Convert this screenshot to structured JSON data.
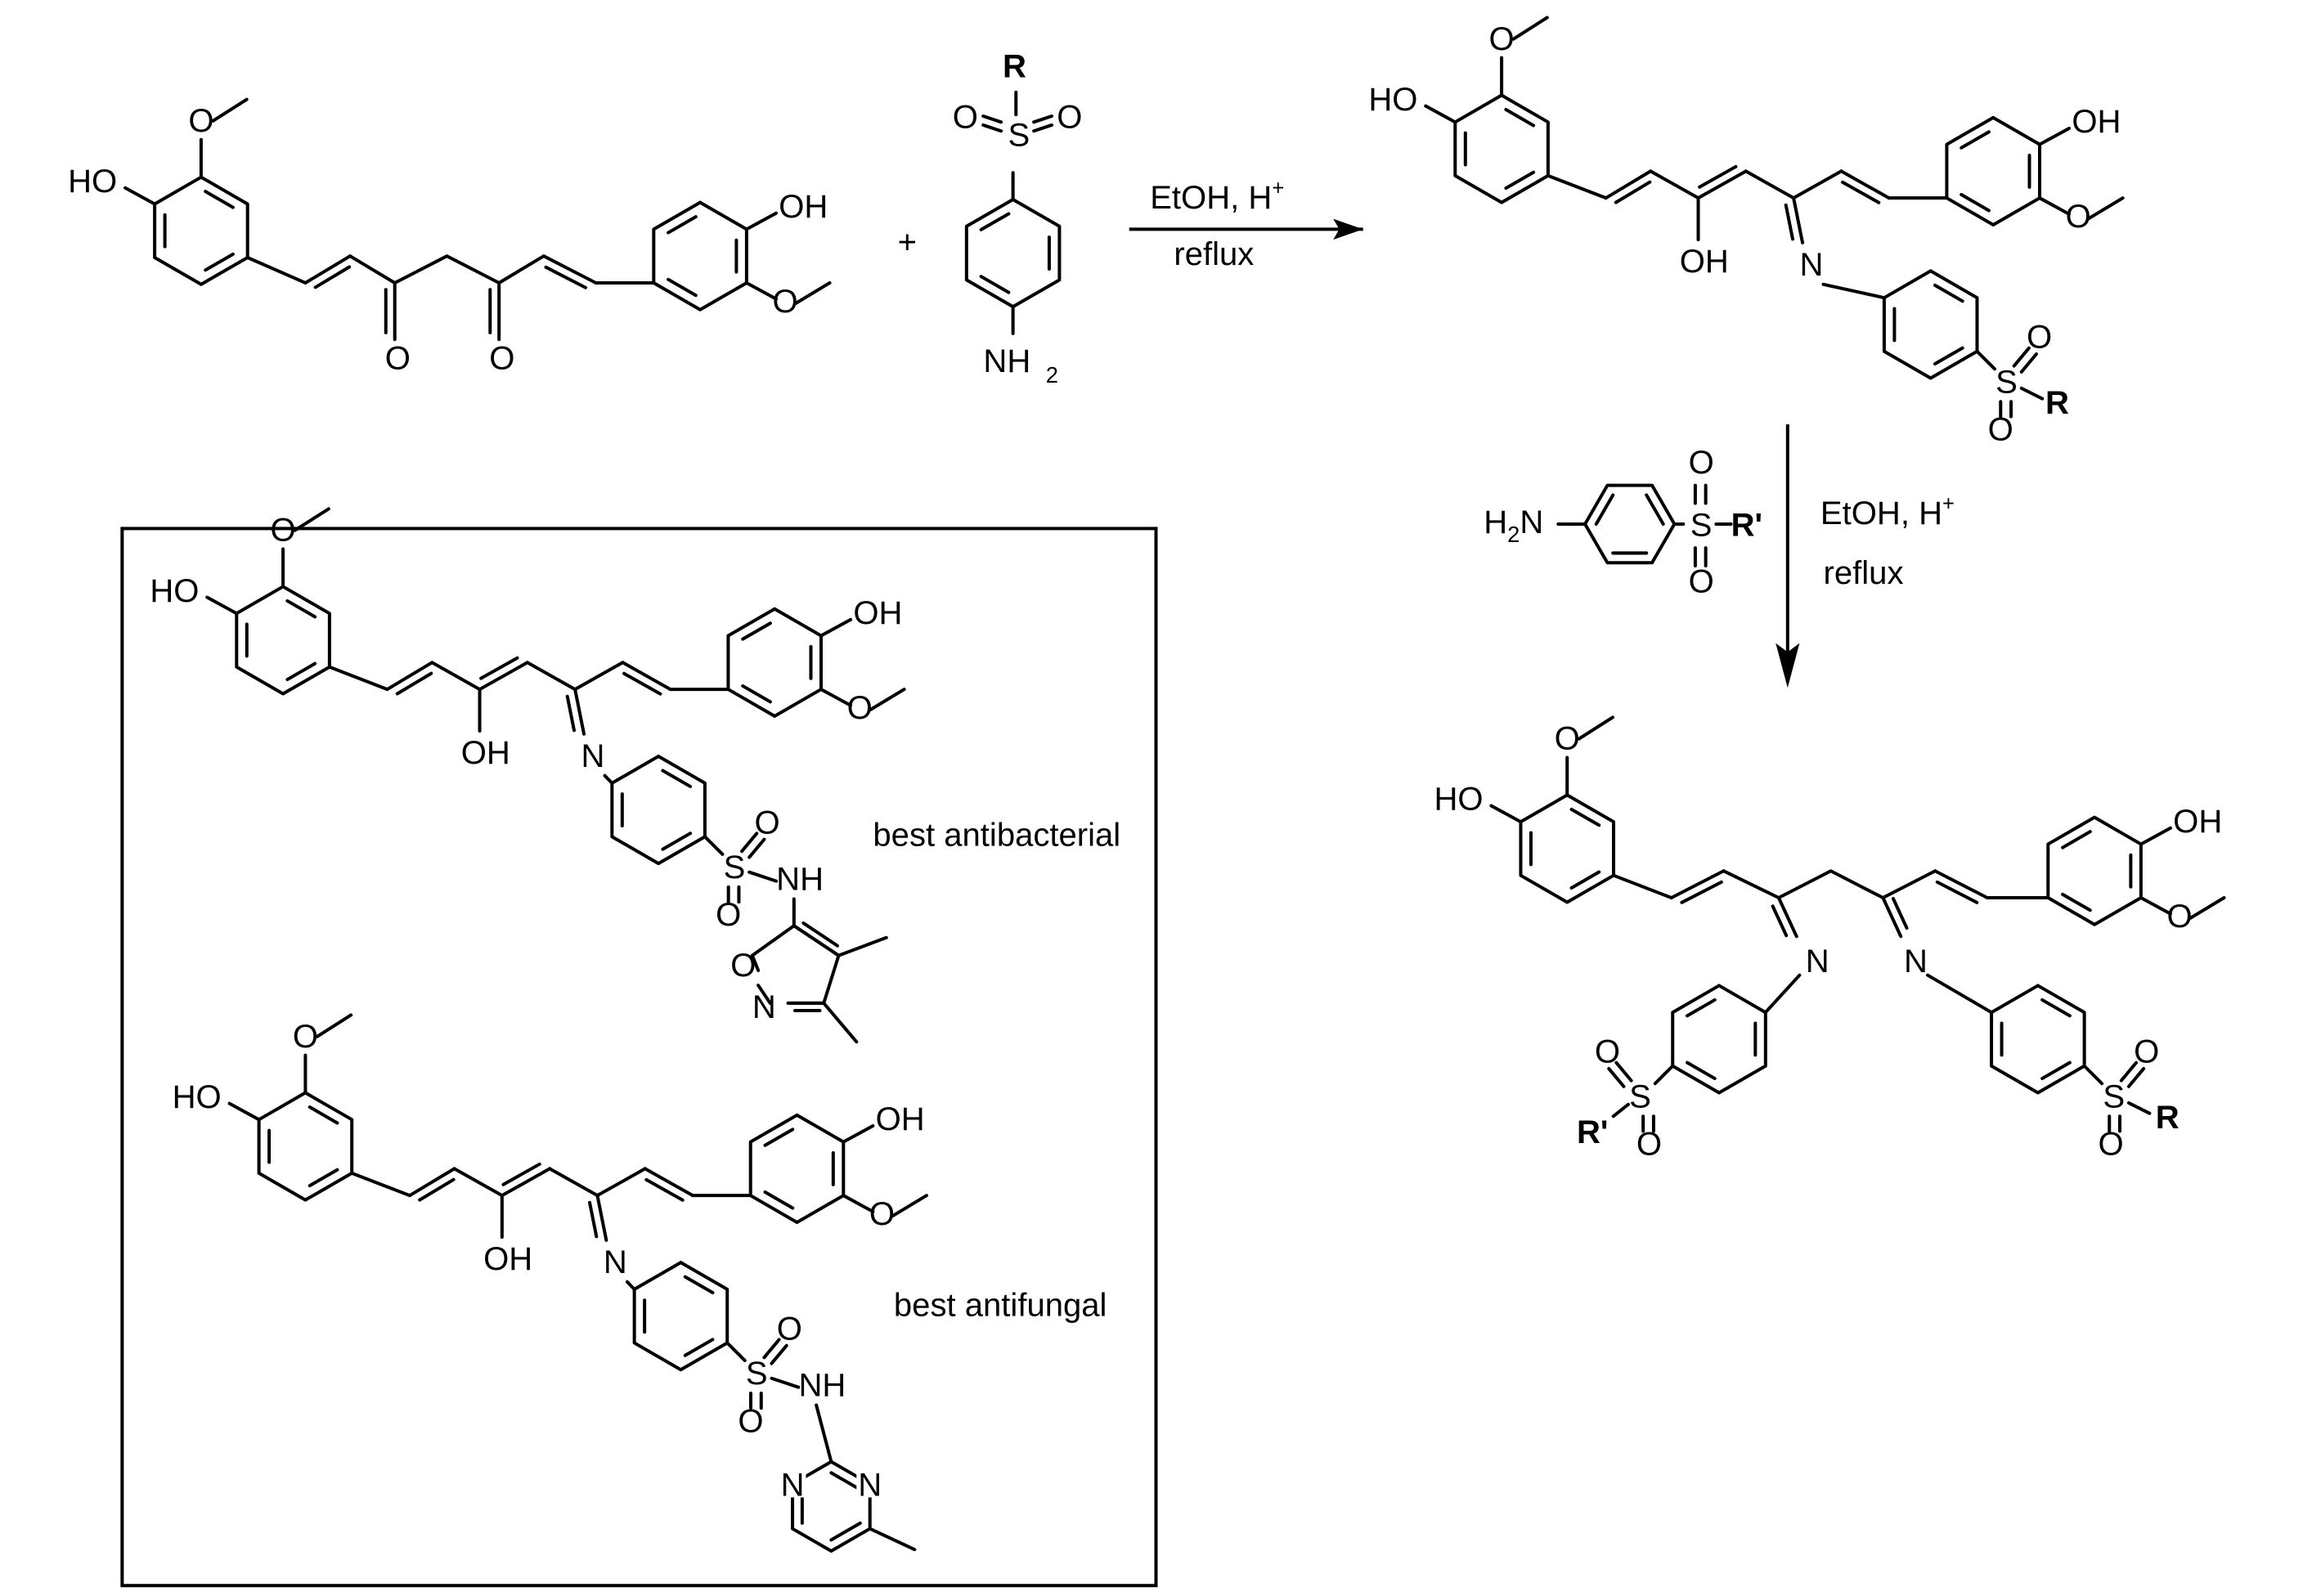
{
  "arrow1": {
    "conditions_top": "EtOH, H",
    "superscript": "+",
    "conditions_bottom": "reflux"
  },
  "arrow2": {
    "conditions_top": "EtOH, H",
    "superscript": "+",
    "conditions_bottom": "reflux"
  },
  "plus": "+",
  "atoms": {
    "HO": "HO",
    "OH": "OH",
    "O": "O",
    "S": "S",
    "N": "N",
    "NH": "NH",
    "NH2_N": "NH",
    "NH2_sub": "2",
    "H2N_H": "H",
    "H2N_sub": "2",
    "H2N_N": "N",
    "R": "R",
    "Rp": "R'"
  },
  "box": {
    "label_top": "best antibacterial",
    "label_bottom": "best antifungal"
  }
}
